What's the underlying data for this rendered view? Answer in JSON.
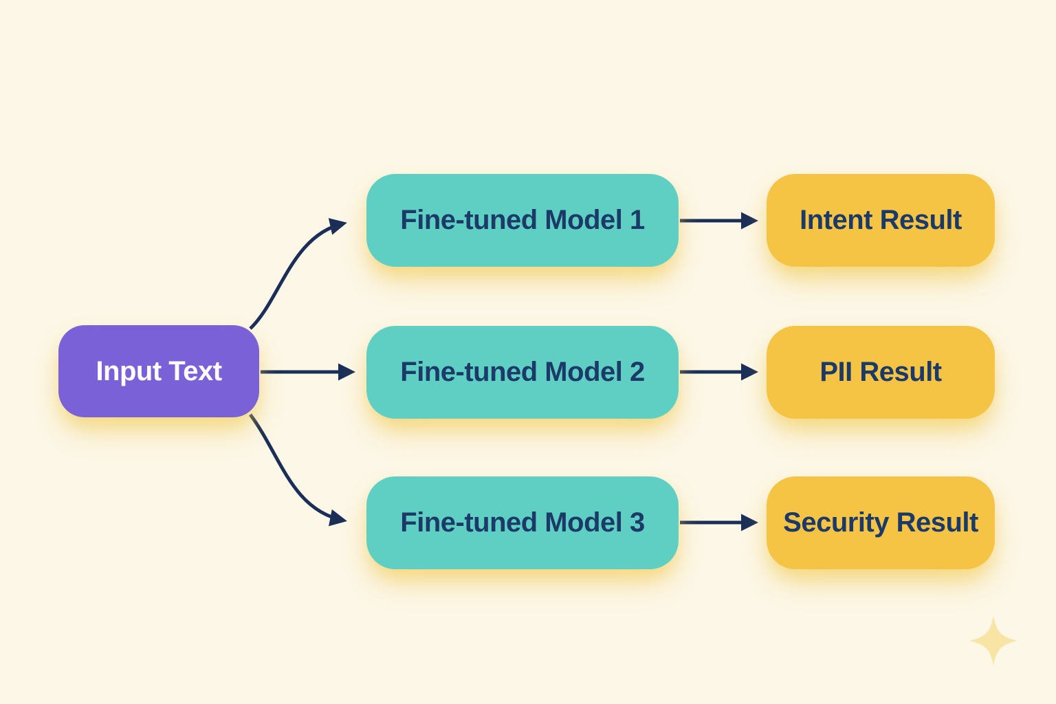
{
  "diagram": {
    "input": {
      "label": "Input Text"
    },
    "models": [
      {
        "label": "Fine-tuned Model 1"
      },
      {
        "label": "Fine-tuned Model 2"
      },
      {
        "label": "Fine-tuned Model 3"
      }
    ],
    "results": [
      {
        "label": "Intent Result"
      },
      {
        "label": "PII Result"
      },
      {
        "label": "Security Result"
      }
    ],
    "decorations": {
      "sparkle_icon": "four-pointed-star"
    }
  },
  "theme": {
    "background": "#FCF7E7",
    "input_fill": "#7B61D8",
    "model_fill": "#5FCFC4",
    "result_fill": "#F6C445",
    "arrow_color": "#1A2E58",
    "dark_text": "#1B3A67",
    "light_text": "#FFFFFF",
    "sparkle": "#F8E4A4"
  }
}
